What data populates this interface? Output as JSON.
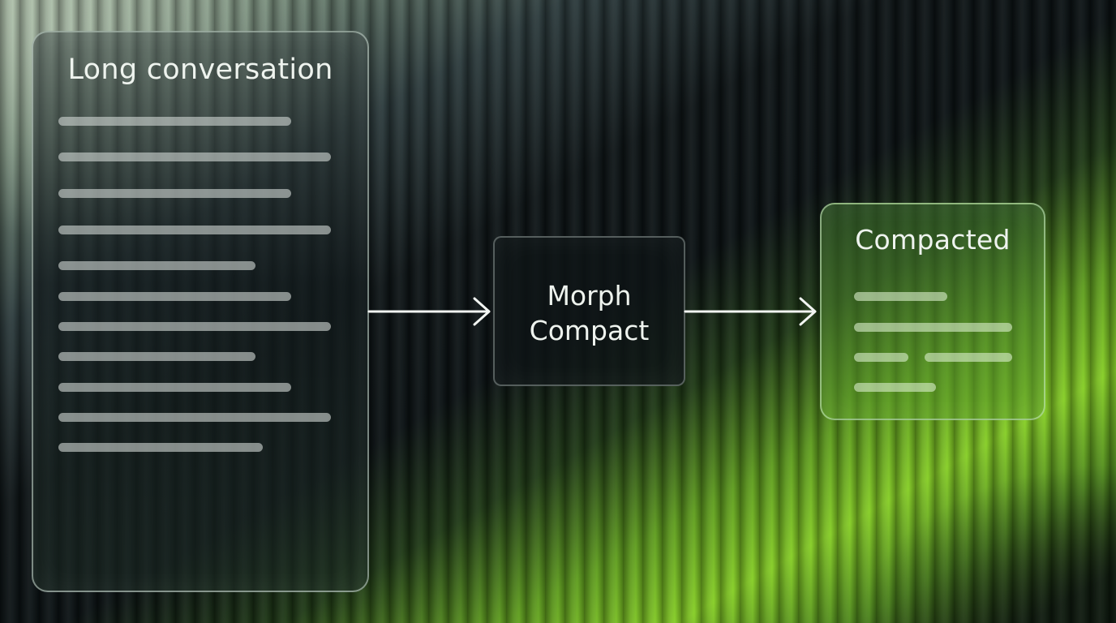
{
  "source_panel": {
    "title": "Long conversation",
    "line_count": 11
  },
  "process_node": {
    "line1": "Morph",
    "line2": "Compact"
  },
  "result_panel": {
    "title": "Compacted",
    "line_count": 5
  },
  "colors": {
    "accent_green": "#86cf25",
    "dark_background": "#0b1114",
    "text": "#eef3ee"
  },
  "icons": [
    "right-arrow-icon",
    "right-arrow-icon"
  ]
}
